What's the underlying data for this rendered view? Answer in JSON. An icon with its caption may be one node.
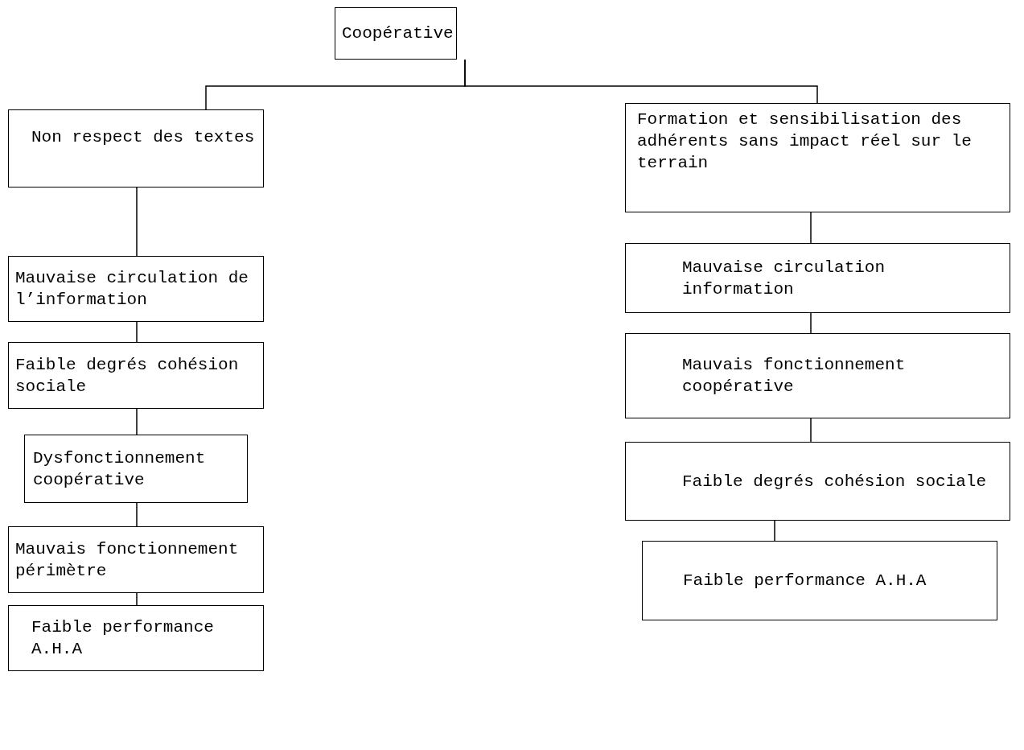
{
  "diagram": {
    "nodes": [
      {
        "text": [
          "Coopérative"
        ]
      },
      {
        "text": [
          "Non respect des textes"
        ]
      },
      {
        "text": [
          "Formation et sensibilisation des adhérents sans impact réel sur le terrain"
        ]
      },
      {
        "text": [
          "Mauvaise circulation de l’information"
        ]
      },
      {
        "text": [
          "Faible degrés cohésion sociale"
        ]
      },
      {
        "text": [
          "Dysfonctionnement coopérative"
        ]
      },
      {
        "text": [
          "Mauvais fonctionnement périmètre"
        ]
      },
      {
        "text": [
          "Faible performance A.H.A"
        ]
      },
      {
        "text": [
          "Mauvaise circulation information"
        ]
      },
      {
        "text": [
          "Mauvais fonctionnement coopérative"
        ]
      },
      {
        "text": [
          "Faible degrés cohésion sociale"
        ]
      },
      {
        "text": [
          "Faible performance A.H.A"
        ]
      }
    ],
    "edges": [
      {
        "from": 0,
        "to": 1,
        "arrow": "none"
      },
      {
        "from": 0,
        "to": 2,
        "arrow": "none"
      },
      {
        "from": 1,
        "to": 3,
        "arrow": "none"
      },
      {
        "from": 3,
        "to": 4,
        "arrow": "none"
      },
      {
        "from": 4,
        "to": 5,
        "arrow": "none"
      },
      {
        "from": 5,
        "to": 6,
        "arrow": "none"
      },
      {
        "from": 6,
        "to": 7,
        "arrow": "none"
      },
      {
        "from": 2,
        "to": 8,
        "arrow": "none"
      },
      {
        "from": 8,
        "to": 9,
        "arrow": "none"
      },
      {
        "from": 9,
        "to": 10,
        "arrow": "none"
      },
      {
        "from": 10,
        "to": 11,
        "arrow": "none"
      }
    ]
  }
}
